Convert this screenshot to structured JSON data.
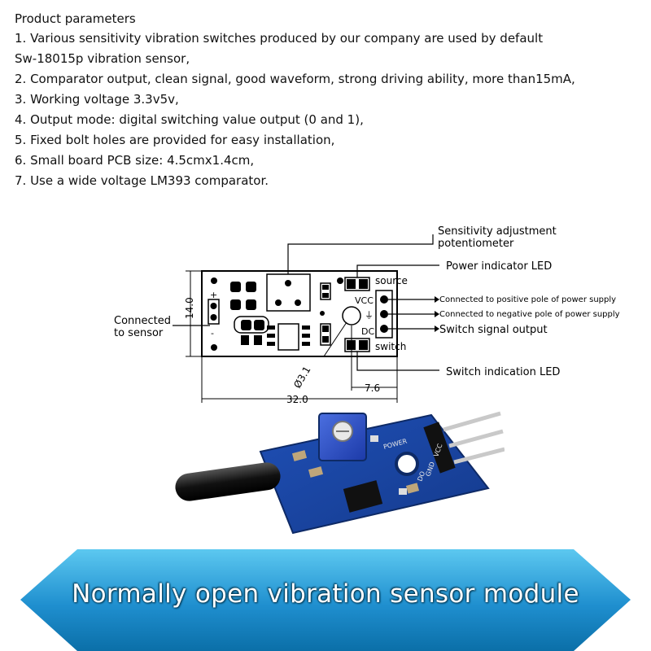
{
  "params": {
    "heading": "Product parameters",
    "lines": [
      "1. Various sensitivity vibration switches produced by our company are used by default",
      "Sw-18015p vibration sensor,",
      "2. Comparator output, clean signal, good waveform, strong driving ability, more than15mA,",
      "3. Working voltage 3.3v5v,",
      "4. Output mode: digital switching value output (0 and 1),",
      "5. Fixed bolt holes are provided for easy installation,",
      "6. Small board PCB size: 4.5cmx1.4cm,",
      "7. Use a wide voltage LM393 comparator."
    ]
  },
  "diagram": {
    "labels": {
      "sensitivity_line1": "Sensitivity adjustment",
      "sensitivity_line2": "potentiometer",
      "power_led": "Power indicator LED",
      "source": "source",
      "vcc": "VCC",
      "gnd": "⏚",
      "dc": "DC",
      "positive_pole": "Connected to positive pole of power supply",
      "negative_pole": "Connected to negative pole of power supply",
      "signal_output": "Switch signal output",
      "switch": "switch",
      "switch_led": "Switch indication LED",
      "connected_line1": "Connected",
      "connected_line2": "to sensor",
      "plus": "+",
      "minus": "-"
    },
    "dimensions": {
      "height": "14.0",
      "width": "32.0",
      "hole_offset": "7.6",
      "hole_diameter": "Ø3.1"
    }
  },
  "photo": {
    "silkscreen": [
      "POWER",
      "DO",
      "GND",
      "VCC"
    ]
  },
  "banner": {
    "title": "Normally open vibration sensor module",
    "color_dark": "#0b6fa8",
    "color_light": "#39b6e8"
  }
}
